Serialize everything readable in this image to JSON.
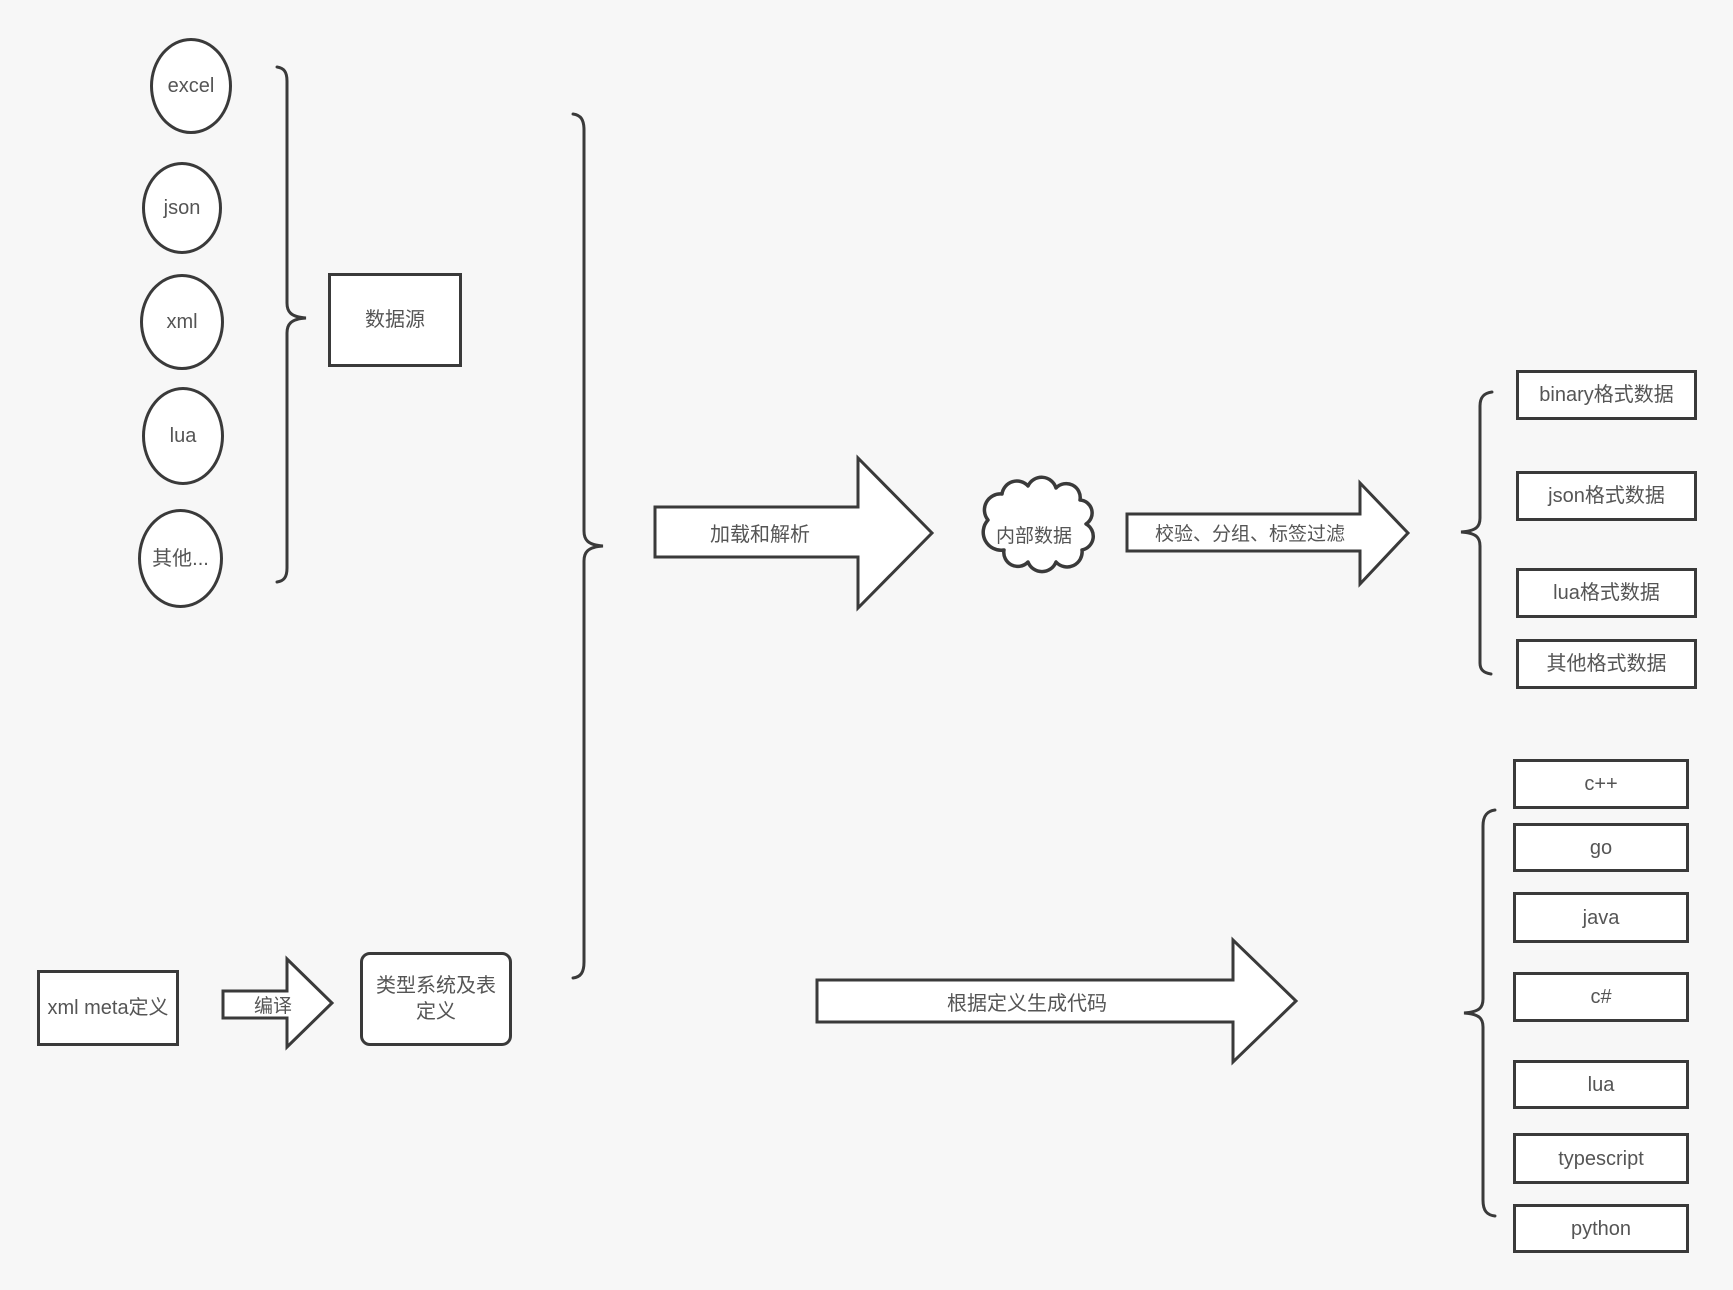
{
  "colors": {
    "background": "#f7f7f7",
    "stroke": "#3a3a3a",
    "text": "#555555",
    "shape_fill": "#ffffff"
  },
  "sources": {
    "labels": [
      "excel",
      "json",
      "xml",
      "lua",
      "其他..."
    ],
    "group_label": "数据源"
  },
  "pipeline": {
    "load_arrow": "加载和解析",
    "internal_data": "内部数据",
    "filter_arrow": "校验、分组、标签过滤",
    "output_formats": [
      "binary格式数据",
      "json格式数据",
      "lua格式数据",
      "其他格式数据"
    ]
  },
  "codegen": {
    "xml_meta": "xml meta定义",
    "compile_arrow": "编译",
    "type_system": "类型系统及表定义",
    "codegen_arrow": "根据定义生成代码",
    "languages": [
      "c++",
      "go",
      "java",
      "c#",
      "lua",
      "typescript",
      "python"
    ]
  }
}
